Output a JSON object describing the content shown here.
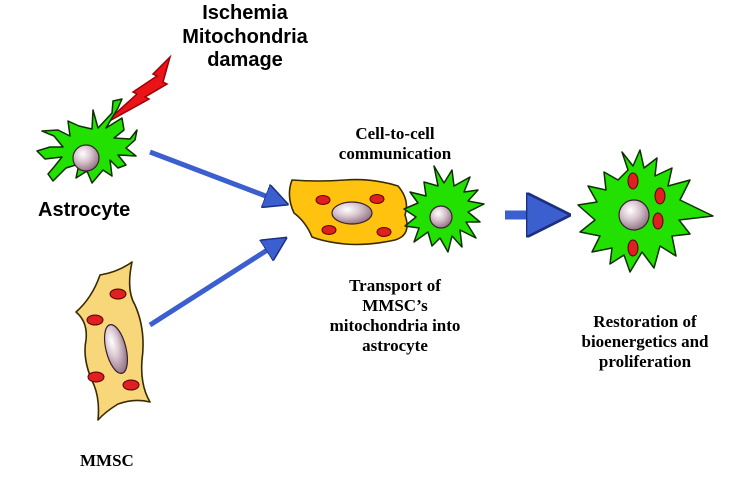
{
  "labels": {
    "injury": {
      "line1": "Ischemia",
      "line2": "Mitochondria",
      "line3": "damage"
    },
    "astrocyte": "Astrocyte",
    "mmsc": "MMSC",
    "communication": {
      "line1": "Cell-to-cell",
      "line2": "communication"
    },
    "transport": {
      "line1": "Transport of",
      "line2": "MMSC’s",
      "line3": "mitochondria into",
      "line4": "astrocyte"
    },
    "restoration": {
      "line1": "Restoration of",
      "line2": "bioenergetics and",
      "line3": "proliferation"
    }
  },
  "colors": {
    "astrocyte_fill": "#22e000",
    "mmsc_fill": "#f7d77a",
    "fused_mmsc_fill": "#ffc20e",
    "mitochondria": "#e01f1f",
    "arrow": "#3c5fd0",
    "lightning": "#e8141a",
    "nucleus": "#b89aa8"
  },
  "icons": {
    "injury": "lightning-bolt-icon",
    "flow": "arrow-icon"
  }
}
